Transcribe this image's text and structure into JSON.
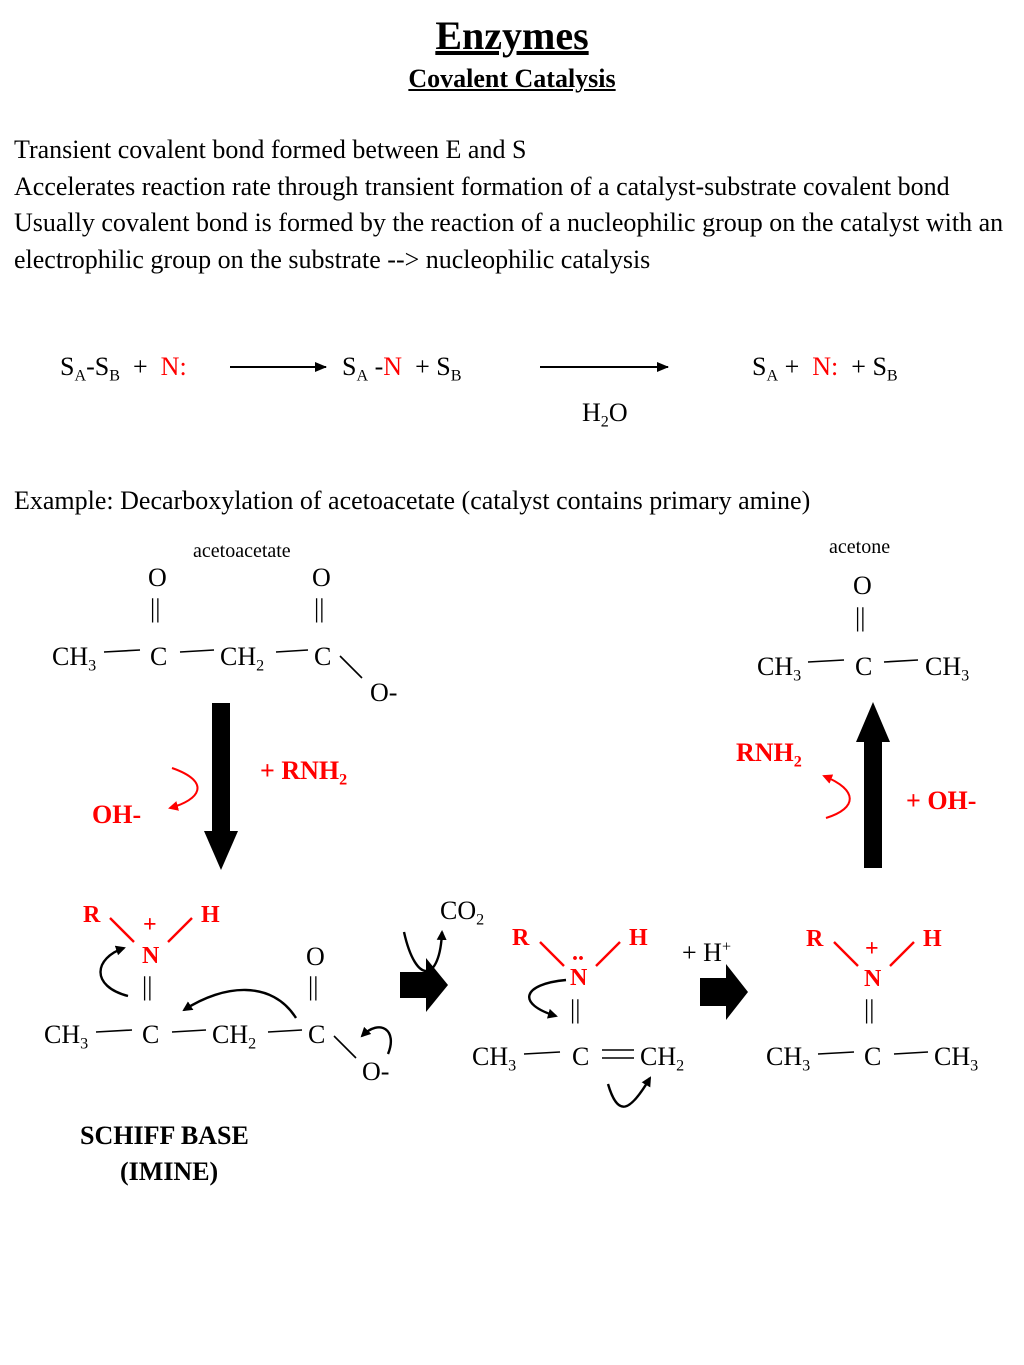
{
  "header": {
    "title": "Enzymes",
    "subtitle": "Covalent Catalysis"
  },
  "intro": {
    "lines": [
      "Transient covalent bond formed between E and S",
      "Accelerates reaction rate through transient formation of a catalyst-substrate covalent bond",
      "Usually covalent bond is formed by the reaction of a nucleophilic group on the catalyst with an electrophilic group on the substrate --> nucleophilic catalysis"
    ]
  },
  "general_scheme": {
    "s": "S",
    "a": "A",
    "b": "B",
    "dash": "-",
    "plus": "+",
    "nuc": "N:",
    "n": "N",
    "water_h": "H",
    "water_2": "2",
    "water_o": "O"
  },
  "example": {
    "text": "Example:  Decarboxylation of acetoacetate (catalyst contains primary amine)"
  },
  "labels": {
    "acetoacetate": "acetoacetate",
    "acetone": "acetone",
    "schiff_1": "SCHIFF BASE",
    "schiff_2": "(IMINE)"
  },
  "atoms": {
    "ch": "CH",
    "c": "C",
    "o": "O",
    "o_minus": "O-",
    "n": "N",
    "r": "R",
    "h": "H",
    "plus": "+",
    "sub2": "2",
    "sub3": "3",
    "lone_pair": "..",
    "double_bond": "||"
  },
  "reagents": {
    "plus_rnh": "+ RNH",
    "rnh": "RNH",
    "sub2": "2",
    "oh_minus": "OH-",
    "plus_oh_minus": "+ OH-",
    "co": "CO",
    "plus_h": "+ H",
    "plus_sign": "+"
  },
  "colors": {
    "accent": "#ff0000",
    "text": "#000000",
    "background": "#ffffff"
  }
}
